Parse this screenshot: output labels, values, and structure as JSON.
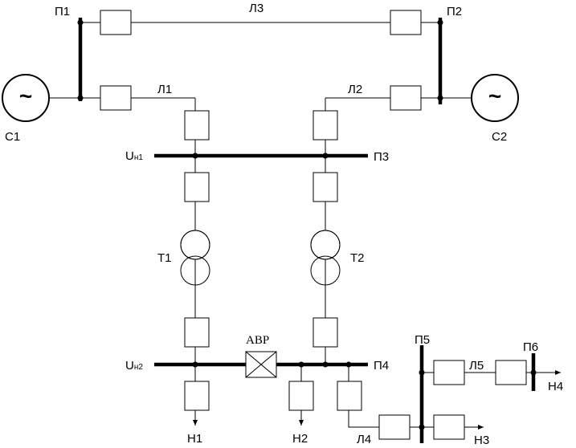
{
  "sources": {
    "c1": "С1",
    "c2": "С2",
    "symbol": "~"
  },
  "buses": {
    "p1": "П1",
    "p2": "П2",
    "p3": "П3",
    "p4": "П4",
    "p5": "П5",
    "p6": "П6"
  },
  "lines": {
    "l1": "Л1",
    "l2": "Л2",
    "l3": "Л3",
    "l4": "Л4",
    "l5": "Л5"
  },
  "transformers": {
    "t1": "Т1",
    "t2": "Т2"
  },
  "voltages": {
    "un1_main": "U",
    "un1_sub": "н1",
    "un2_main": "U",
    "un2_sub": "н2"
  },
  "switch": {
    "label": "АВР"
  },
  "loads": {
    "h1": "Н1",
    "h2": "Н2",
    "h3": "Н3",
    "h4": "Н4"
  }
}
